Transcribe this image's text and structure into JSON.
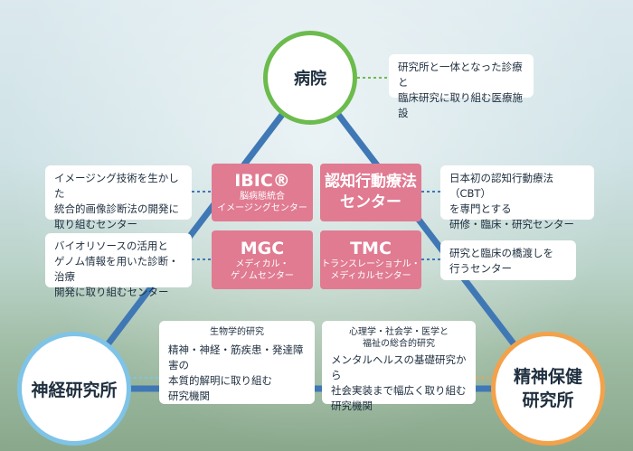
{
  "hospital": {
    "name": "病院",
    "desc_line1": "研究所と一体となった診療と",
    "desc_line2": "臨床研究に取り組む医療施設"
  },
  "neuro": {
    "name": "神経研究所"
  },
  "psych": {
    "name_line1": "精神保健",
    "name_line2": "研究所"
  },
  "ibic": {
    "title": "IBIC®",
    "sub_line1": "脳病態統合",
    "sub_line2": "イメージングセンター",
    "desc_line1": "イメージング技術を生かした",
    "desc_line2": "統合的画像診断法の開発に",
    "desc_line3": "取り組むセンター"
  },
  "cbt": {
    "title_line1": "認知行動療法",
    "title_line2": "センター",
    "desc_line1": "日本初の認知行動療法（CBT）",
    "desc_line2": "を専門とする",
    "desc_line3": "研修・臨床・研究センター"
  },
  "mgc": {
    "title": "MGC",
    "sub_line1": "メディカル・",
    "sub_line2": "ゲノムセンター",
    "desc_line1": "バイオリソースの活用と",
    "desc_line2": "ゲノム情報を用いた診断・治療",
    "desc_line3": "開発に取り組むセンター"
  },
  "tmc": {
    "title": "TMC",
    "sub_line1": "トランスレーショナル・",
    "sub_line2": "メディカルセンター",
    "desc_line1": "研究と臨床の橋渡しを",
    "desc_line2": "行うセンター"
  },
  "neuro_desc": {
    "category": "生物学的研究",
    "line1": "精神・神経・筋疾患・発達障害の",
    "line2": "本質的解明に取り組む",
    "line3": "研究機関"
  },
  "psych_desc": {
    "category_line1": "心理学・社会学・医学と",
    "category_line2": "福祉の総合的研究",
    "line1": "メンタルヘルスの基礎研究から",
    "line2": "社会実装まで幅広く取り組む",
    "line3": "研究機関"
  },
  "colors": {
    "hospital": "#6cbb4d",
    "neuro": "#7fc3e7",
    "psych": "#f3a24b",
    "center": "#e07b92",
    "line": "#3f78b5"
  }
}
